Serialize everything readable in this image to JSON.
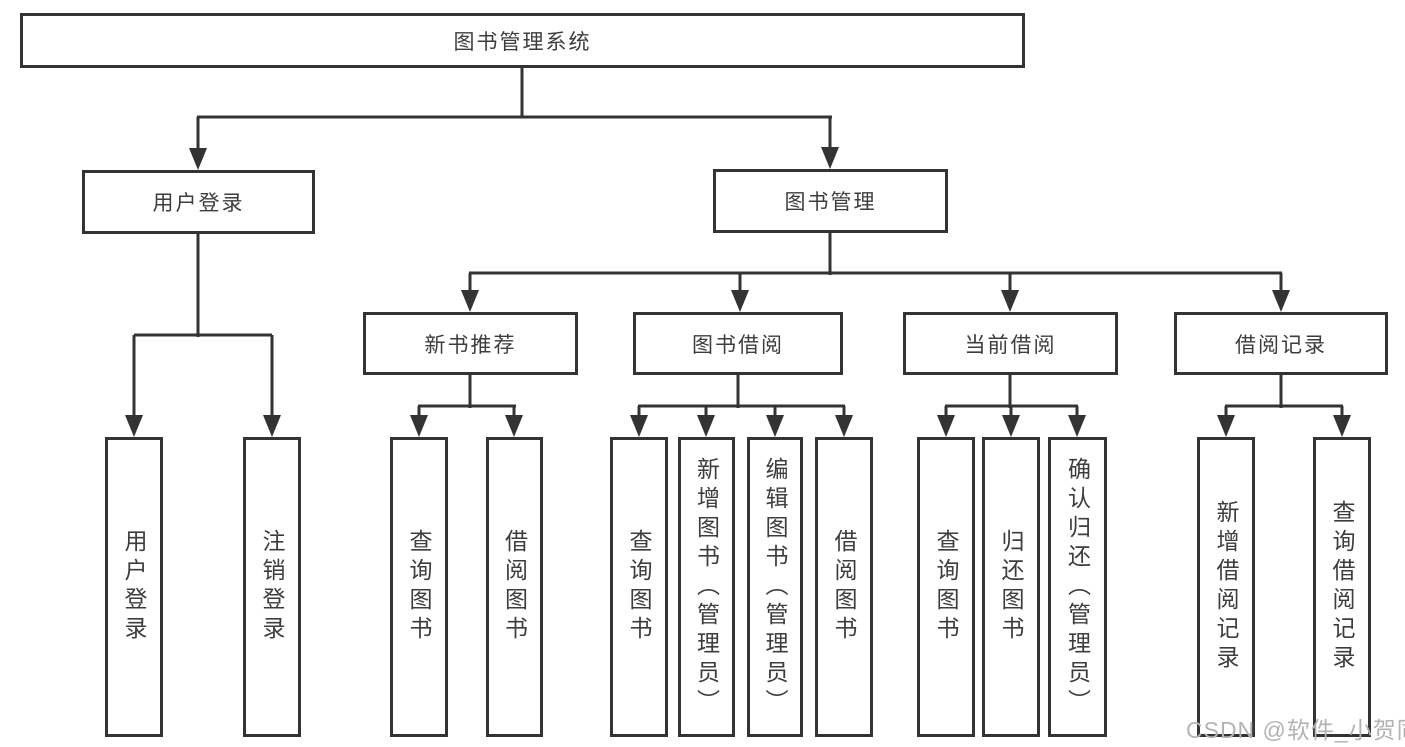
{
  "diagram": {
    "root": {
      "label": "图书管理系统"
    },
    "branches": [
      {
        "label": "用户登录",
        "children": [
          {
            "label": "用户登录"
          },
          {
            "label": "注销登录"
          }
        ]
      },
      {
        "label": "图书管理",
        "children": [
          {
            "label": "新书推荐",
            "children": [
              {
                "label": "查询图书"
              },
              {
                "label": "借阅图书"
              }
            ]
          },
          {
            "label": "图书借阅",
            "children": [
              {
                "label": "查询图书"
              },
              {
                "label": "新增图书（管理员）"
              },
              {
                "label": "编辑图书（管理员）"
              },
              {
                "label": "借阅图书"
              }
            ]
          },
          {
            "label": "当前借阅",
            "children": [
              {
                "label": "查询图书"
              },
              {
                "label": "归还图书"
              },
              {
                "label": "确认归还（管理员）"
              }
            ]
          },
          {
            "label": "借阅记录",
            "children": [
              {
                "label": "新增借阅记录"
              },
              {
                "label": "查询借阅记录"
              }
            ]
          }
        ]
      }
    ]
  },
  "watermark": {
    "text": "CSDN @软件_小贺同学"
  },
  "colors": {
    "line": "#333333",
    "box_border": "#333333",
    "text": "#3d3d3d",
    "background": "#ffffff",
    "watermark": "#b3b3b3"
  }
}
